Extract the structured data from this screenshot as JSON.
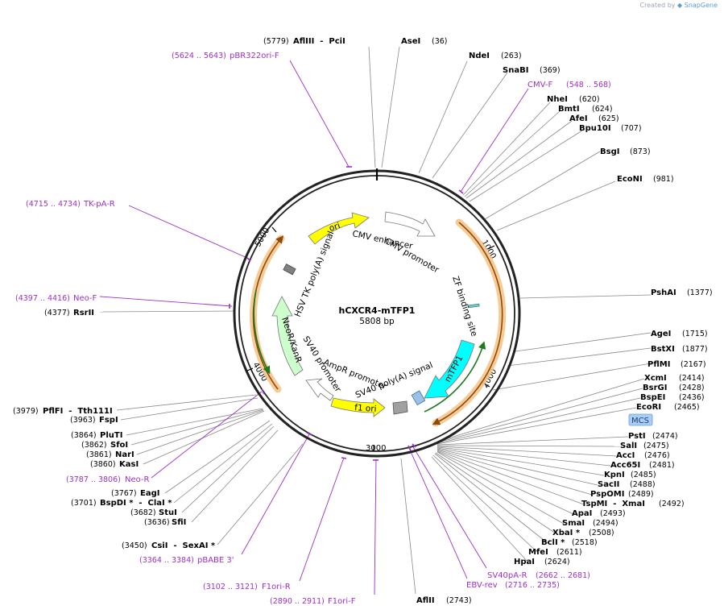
{
  "header": {
    "credit_prefix": "Created by",
    "credit_brand": "SnapGene"
  },
  "plasmid": {
    "name": "hCXCR4-mTFP1",
    "length_label": "5808 bp",
    "length": 5808
  },
  "ticks": [
    "1000",
    "2000",
    "3000",
    "4000",
    "5000"
  ],
  "mcs_label": "MCS",
  "features": [
    {
      "name": "ori",
      "color": "#ffff00"
    },
    {
      "name": "CMV enhancer",
      "color": "#ffffff"
    },
    {
      "name": "CMV promoter",
      "color": "#ffffff"
    },
    {
      "name": "ZF binding site",
      "color": "#66cccc"
    },
    {
      "name": "mTFP1",
      "color": "#00ffff"
    },
    {
      "name": "SV40 poly(A) signal",
      "color": "#9bc2e6"
    },
    {
      "name": "f1 ori",
      "color": "#ffff00"
    },
    {
      "name": "AmpR promoter",
      "color": "#ffffff"
    },
    {
      "name": "SV40 promoter",
      "color": "#ffffff"
    },
    {
      "name": "NeoR/KanR",
      "color": "#ccffcc"
    },
    {
      "name": "HSV TK poly(A) signal",
      "color": "#808080"
    }
  ],
  "sites": [
    {
      "name": "AflIII  -  PciI",
      "pos": "(5779)"
    },
    {
      "name": "AseI",
      "pos": "(36)"
    },
    {
      "name": "NdeI",
      "pos": "(263)"
    },
    {
      "name": "SnaBI",
      "pos": "(369)"
    },
    {
      "name": "NheI",
      "pos": "(620)"
    },
    {
      "name": "BmtI",
      "pos": "(624)"
    },
    {
      "name": "AfeI",
      "pos": "(625)"
    },
    {
      "name": "Bpu10I",
      "pos": "(707)"
    },
    {
      "name": "BsgI",
      "pos": "(873)"
    },
    {
      "name": "EcoNI",
      "pos": "(981)"
    },
    {
      "name": "PshAI",
      "pos": "(1377)"
    },
    {
      "name": "AgeI",
      "pos": "(1715)"
    },
    {
      "name": "BstXI",
      "pos": "(1877)"
    },
    {
      "name": "PflMI",
      "pos": "(2167)"
    },
    {
      "name": "XcmI",
      "pos": "(2414)"
    },
    {
      "name": "BsrGI",
      "pos": "(2428)"
    },
    {
      "name": "BspEI",
      "pos": "(2436)"
    },
    {
      "name": "EcoRI",
      "pos": "(2465)"
    },
    {
      "name": "PstI",
      "pos": "(2474)"
    },
    {
      "name": "SalI",
      "pos": "(2475)"
    },
    {
      "name": "AccI",
      "pos": "(2476)"
    },
    {
      "name": "Acc65I",
      "pos": "(2481)"
    },
    {
      "name": "KpnI",
      "pos": "(2485)"
    },
    {
      "name": "SacII",
      "pos": "(2488)"
    },
    {
      "name": "PspOMI",
      "pos": "(2489)"
    },
    {
      "name": "TspMI  -  XmaI",
      "pos": "(2492)"
    },
    {
      "name": "ApaI",
      "pos": "(2493)"
    },
    {
      "name": "SmaI",
      "pos": "(2494)"
    },
    {
      "name": "XbaI *",
      "pos": "(2508)"
    },
    {
      "name": "BclI *",
      "pos": "(2518)"
    },
    {
      "name": "MfeI",
      "pos": "(2611)"
    },
    {
      "name": "HpaI",
      "pos": "(2624)"
    },
    {
      "name": "AflII",
      "pos": "(2743)"
    },
    {
      "name": "CsiI  -  SexAI *",
      "pos": "(3450)"
    },
    {
      "name": "SfiI",
      "pos": "(3636)"
    },
    {
      "name": "StuI",
      "pos": "(3682)"
    },
    {
      "name": "BspDI *  -  ClaI *",
      "pos": "(3701)"
    },
    {
      "name": "EagI",
      "pos": "(3767)"
    },
    {
      "name": "KasI",
      "pos": "(3860)"
    },
    {
      "name": "NarI",
      "pos": "(3861)"
    },
    {
      "name": "SfoI",
      "pos": "(3862)"
    },
    {
      "name": "PluTI",
      "pos": "(3864)"
    },
    {
      "name": "FspI",
      "pos": "(3963)"
    },
    {
      "name": "PflFI  -  Tth111I",
      "pos": "(3979)"
    },
    {
      "name": "RsrII",
      "pos": "(4377)"
    }
  ],
  "primers": [
    {
      "name": "pBR322ori-F",
      "range": "(5624 .. 5643)"
    },
    {
      "name": "CMV-F",
      "range": "(548 .. 568)"
    },
    {
      "name": "TK-pA-R",
      "range": "(4715 .. 4734)"
    },
    {
      "name": "Neo-F",
      "range": "(4397 .. 4416)"
    },
    {
      "name": "Neo-R",
      "range": "(3787 .. 3806)"
    },
    {
      "name": "pBABE 3'",
      "range": "(3364 .. 3384)"
    },
    {
      "name": "F1ori-R",
      "range": "(3102 .. 3121)"
    },
    {
      "name": "F1ori-F",
      "range": "(2890 .. 2911)"
    },
    {
      "name": "EBV-rev",
      "range": "(2716 .. 2735)"
    },
    {
      "name": "SV40pA-R",
      "range": "(2662 .. 2681)"
    }
  ]
}
